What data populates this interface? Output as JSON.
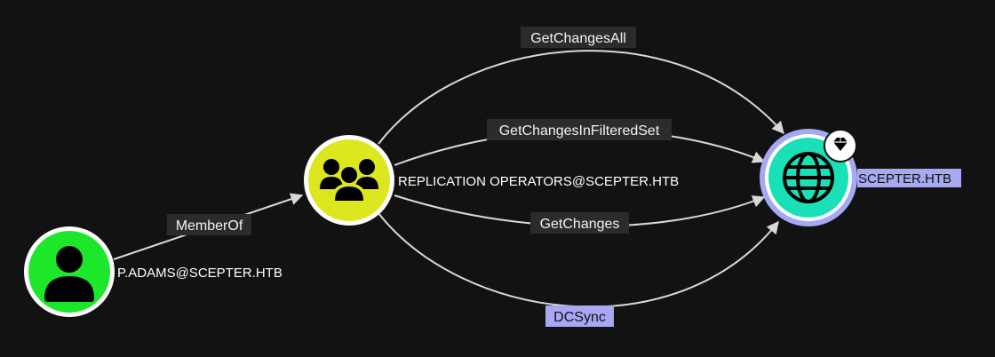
{
  "colors": {
    "background": "#121212",
    "edge": "#d8d8d8",
    "label_bg": "#2b2b2b",
    "highlight": "#a6a8f2",
    "user_node": "#1de72a",
    "group_node": "#dce71f",
    "domain_node": "#19e0b6",
    "domain_ring": "#a6a8f2"
  },
  "nodes": {
    "user": {
      "label": "P.ADAMS@SCEPTER.HTB",
      "icon": "user-icon"
    },
    "group": {
      "label": "REPLICATION OPERATORS@SCEPTER.HTB",
      "icon": "group-icon"
    },
    "domain": {
      "label": "SCEPTER.HTB",
      "icon": "globe-icon",
      "badge": "gem-icon"
    }
  },
  "edges": {
    "member_of": "MemberOf",
    "get_changes_all": "GetChangesAll",
    "get_changes_in_filtered_set": "GetChangesInFilteredSet",
    "get_changes": "GetChanges",
    "dcsync": "DCSync"
  }
}
